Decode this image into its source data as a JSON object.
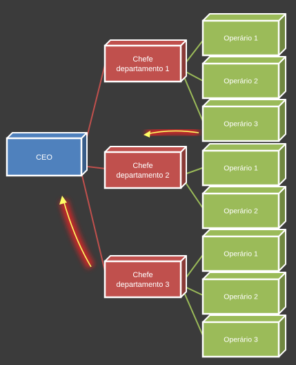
{
  "colors": {
    "background": "#3b3b3b",
    "ceo_fill": "#4f81bd",
    "chief_fill": "#c0504d",
    "operator_fill": "#9bbb59",
    "ceo_connector": "#c0504d",
    "operator_connector": "#9bbb59",
    "arrow": "#ffff66",
    "glow": "#ff2020"
  },
  "ceo": {
    "label": "CEO"
  },
  "departments": [
    {
      "label_line1": "Chefe",
      "label_line2": "departamento 1",
      "operators": [
        "Operário 1",
        "Operário 2",
        "Operário 3"
      ]
    },
    {
      "label_line1": "Chefe",
      "label_line2": "departamento 2",
      "operators": [
        "Operário 1",
        "Operário 2"
      ]
    },
    {
      "label_line1": "Chefe",
      "label_line2": "departamento 3",
      "operators": [
        "Operário 1",
        "Operário 2",
        "Operário 3"
      ]
    }
  ]
}
